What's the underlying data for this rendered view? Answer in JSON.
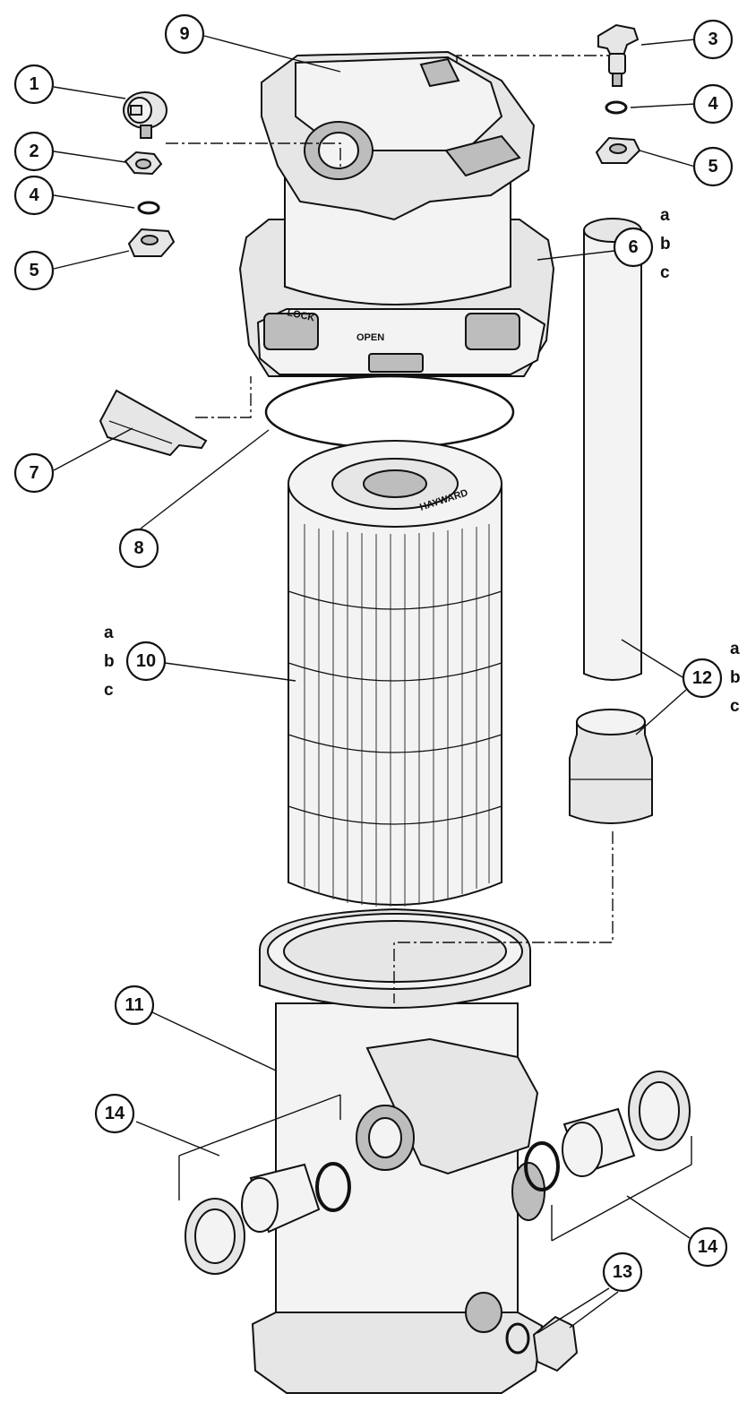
{
  "callouts": [
    {
      "id": "1",
      "part": "air-relief-knob"
    },
    {
      "id": "2",
      "part": "drain-adapter"
    },
    {
      "id": "3",
      "part": "air-relief-valve"
    },
    {
      "id": "4a",
      "label": "4"
    },
    {
      "id": "4b",
      "label": "4"
    },
    {
      "id": "5a",
      "label": "5"
    },
    {
      "id": "5b",
      "label": "5"
    },
    {
      "id": "6",
      "part": "filter-head"
    },
    {
      "id": "7",
      "part": "lock-tab"
    },
    {
      "id": "8",
      "part": "o-ring"
    },
    {
      "id": "9",
      "part": "head-cover"
    },
    {
      "id": "10",
      "part": "cartridge-element"
    },
    {
      "id": "11",
      "part": "filter-body"
    },
    {
      "id": "12",
      "part": "standpipe"
    },
    {
      "id": "13",
      "part": "drain-plug"
    },
    {
      "id": "14a",
      "label": "14"
    },
    {
      "id": "14b",
      "label": "14"
    }
  ],
  "labels": {
    "c1": "1",
    "c2": "2",
    "c3": "3",
    "c4a": "4",
    "c4b": "4",
    "c5a": "5",
    "c5b": "5",
    "c6": "6",
    "c7": "7",
    "c8": "8",
    "c9": "9",
    "c10": "10",
    "c11": "11",
    "c12": "12",
    "c13": "13",
    "c14a": "14",
    "c14b": "14"
  },
  "variants": {
    "part6": [
      "a",
      "b",
      "c"
    ],
    "part10": [
      "a",
      "b",
      "c"
    ],
    "part12": [
      "a",
      "b",
      "c"
    ]
  },
  "stamps": {
    "head_lock": "LOCK",
    "head_open": "OPEN",
    "brand": "HAYWARD"
  },
  "colors": {
    "line": "#111111",
    "part_fill": "#e6e6e6",
    "background": "#ffffff"
  }
}
